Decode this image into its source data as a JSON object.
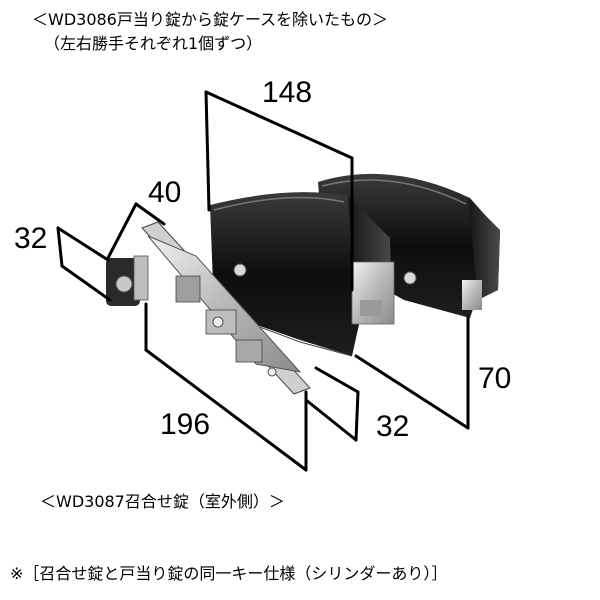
{
  "header": {
    "line1": "＜WD3086戸当り錠から錠ケースを除いたもの＞",
    "line2": "（左右勝手それぞれ1個ずつ）"
  },
  "dimensions": {
    "d148": "148",
    "d40": "40",
    "d32_left": "32",
    "d70": "70",
    "d196": "196",
    "d32_right": "32"
  },
  "captions": {
    "lock_label": "＜WD3087召合せ錠（室外側）＞",
    "footnote": "※［召合せ錠と戸当り錠の同一キー仕様（シリンダーあり）］"
  }
}
